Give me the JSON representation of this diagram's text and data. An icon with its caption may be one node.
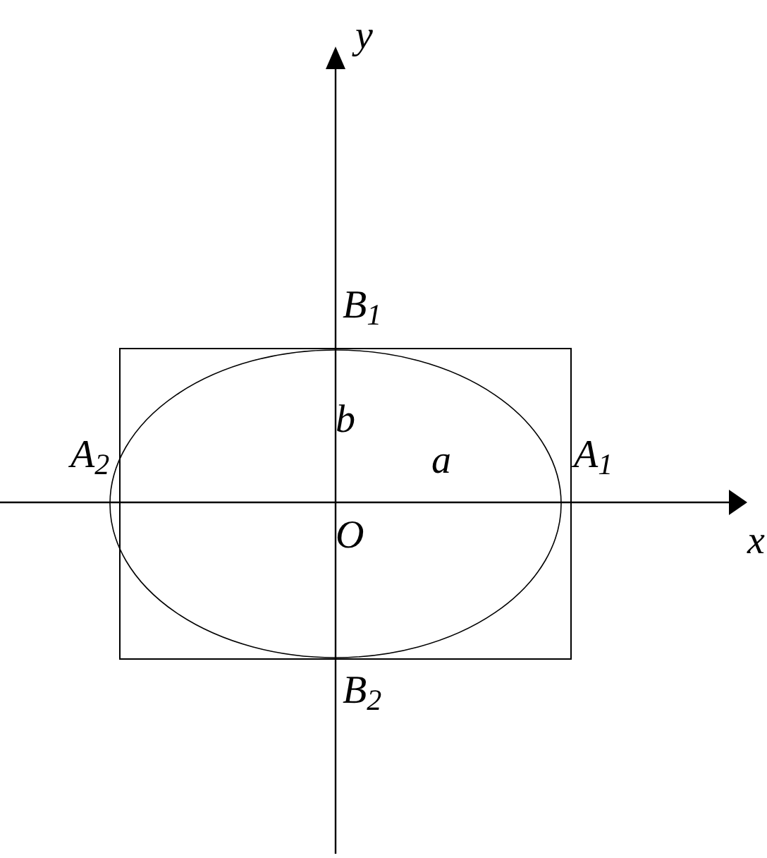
{
  "diagram": {
    "labels": [
      "y",
      "B$_{1}$",
      "b",
      "A$_{2}$",
      "a",
      "A$_{1}$",
      "O",
      "x",
      "B$_{2}$"
    ]
  }
}
